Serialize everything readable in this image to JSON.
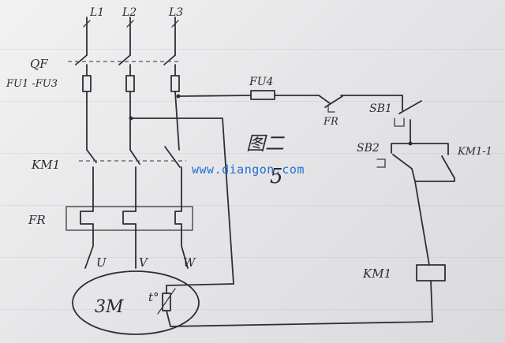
{
  "phase_labels": {
    "l1": "L1",
    "l2": "L2",
    "l3": "L3"
  },
  "breaker_label": "QF",
  "fuse_bank_label": "FU1 -FU3",
  "control_fuse_label": "FU4",
  "contactor_main_label": "KM1",
  "thermal_relay_label": "FR",
  "thermal_contact_label": "FR",
  "stop_button_label": "SB1",
  "start_button_label": "SB2",
  "aux_contact_label": "KM1-1",
  "coil_label": "KM1",
  "motor_label": "3M",
  "motor_terminals": {
    "u": "U",
    "v": "V",
    "w": "W"
  },
  "thermistor_label": "t°",
  "figure_caption": "图二",
  "figure_scribble": "5",
  "watermark": "www.diangon.com",
  "ink_color": "#2e2e34",
  "watermark_color": "#1f6fd1"
}
